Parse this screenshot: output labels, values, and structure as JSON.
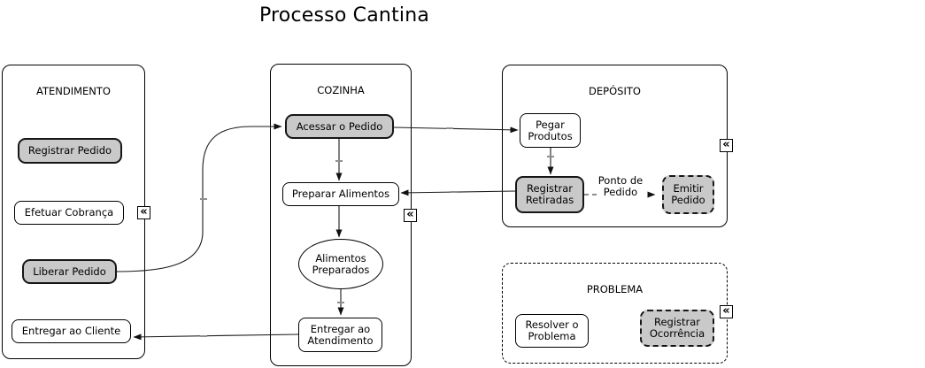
{
  "title": "Processo Cantina",
  "lanes": {
    "atendimento": {
      "label": "ATENDIMENTO"
    },
    "cozinha": {
      "label": "COZINHA"
    },
    "deposito": {
      "label": "DEPÓSITO"
    },
    "problema": {
      "label": "PROBLEMA"
    }
  },
  "nodes": {
    "registrar_pedido": {
      "label": "Registrar Pedido"
    },
    "efetuar_cobranca": {
      "label": "Efetuar Cobrança"
    },
    "liberar_pedido": {
      "label": "Liberar Pedido"
    },
    "entregar_ao_cliente": {
      "label": "Entregar ao Cliente"
    },
    "acessar_o_pedido": {
      "label": "Acessar o Pedido"
    },
    "preparar_alimentos": {
      "label": "Preparar Alimentos"
    },
    "alimentos_preparados": {
      "label": "Alimentos Preparados"
    },
    "entregar_ao_atendimento": {
      "label": "Entregar ao Atendimento"
    },
    "pegar_produtos": {
      "label": "Pegar Produtos"
    },
    "registrar_retiradas": {
      "label": "Registrar Retiradas"
    },
    "emitir_pedido": {
      "label": "Emitir Pedido"
    },
    "resolver_o_problema": {
      "label": "Resolver o Problema"
    },
    "registrar_ocorrencia": {
      "label": "Registrar Ocorrência"
    }
  },
  "edge_labels": {
    "ponto_de_pedido": "Ponto de Pedido"
  },
  "icons": {
    "collapse_glyph": "«"
  },
  "colors": {
    "highlight_fill": "#c9c9c9",
    "plain_fill": "#ffffff",
    "line": "#1a1a1a"
  }
}
